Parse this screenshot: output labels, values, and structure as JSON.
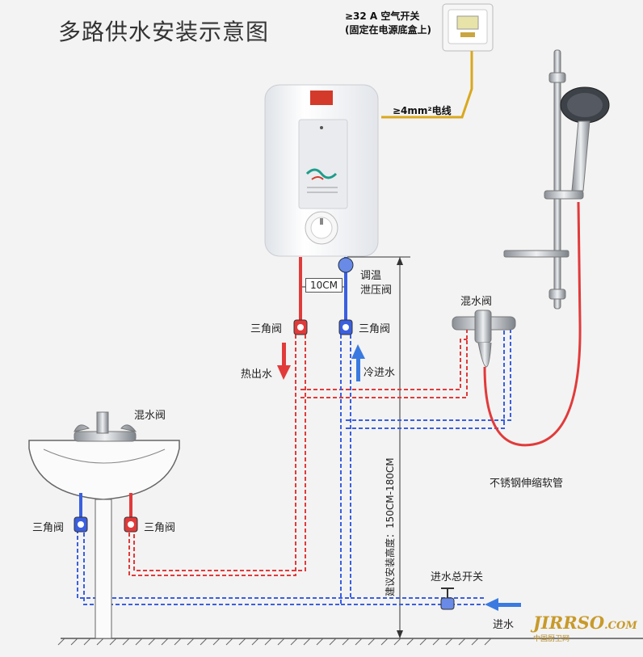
{
  "title": "多路供水安装示意图",
  "breaker": {
    "line1": "≥32 A 空气开关",
    "line2": "(固定在电源底盒上)"
  },
  "wire": "≥4mm²电线",
  "heater_labels": {
    "dim": "10CM",
    "valve_l1": "调温",
    "valve_l2": "泄压阀"
  },
  "valves": {
    "left": "三角阀",
    "right": "三角阀",
    "sink_left": "三角阀",
    "sink_right": "三角阀"
  },
  "flows": {
    "hot_out": "热出水",
    "cold_in": "冷进水",
    "inlet": "进水"
  },
  "mixers": {
    "shower": "混水阀",
    "sink": "混水阀"
  },
  "hose": "不锈钢伸缩软管",
  "height": "建议安装高度：150CM-180CM",
  "main_switch": "进水总开关",
  "watermark": {
    "logo": "JIRRSO",
    "domain": ".COM",
    "cn": "中国厨卫网"
  },
  "colors": {
    "hot": "#e23a3a",
    "cold": "#3a5fe0",
    "wire": "#d9a81e"
  }
}
